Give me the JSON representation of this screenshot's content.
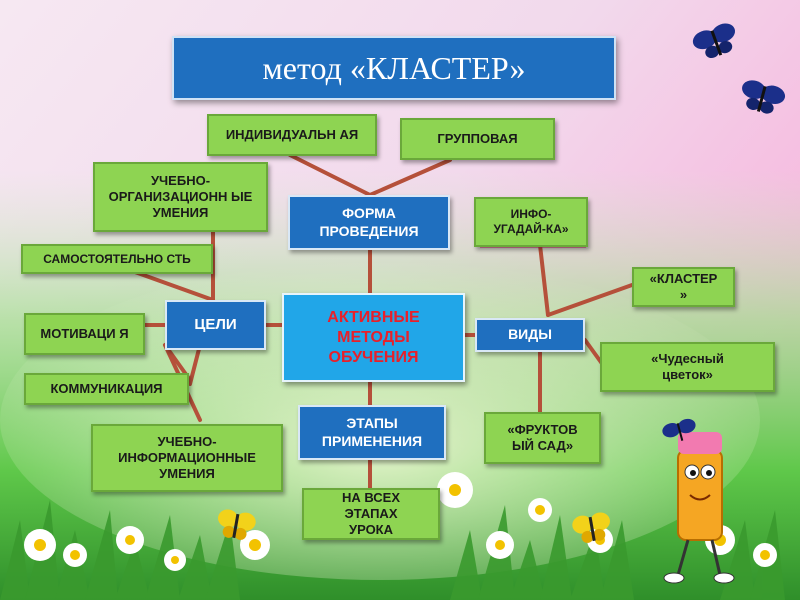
{
  "title": "метод «КЛАСТЕР»",
  "center": "АКТИВНЫЕ МЕТОДЫ ОБУЧЕНИЯ",
  "branches": {
    "forma": "ФОРМА ПРОВЕДЕНИЯ",
    "celi": "ЦЕЛИ",
    "vidy": "ВИДЫ",
    "etapy": "ЭТАПЫ ПРИМЕНЕНИЯ"
  },
  "forma_items": {
    "individual": "ИНДИВИДУАЛЬН АЯ",
    "group": "ГРУППОВАЯ"
  },
  "celi_items": {
    "uchebno_org": "УЧЕБНО-ОРГАНИЗАЦИОНН ЫЕ УМЕНИЯ",
    "samost": "САМОСТОЯТЕЛЬНО СТЬ",
    "motiv": "МОТИВАЦИ Я",
    "kommun": "КОММУНИКАЦИЯ",
    "uchebno_inf": "УЧЕБНО-ИНФОРМАЦИОННЫЕ УМЕНИЯ"
  },
  "vidy_items": {
    "info": "ИНФО-УГАДАЙ-КА»",
    "klaster": "«КЛАСТЕР »",
    "cvetok": "«Чудесный цветок»",
    "sad": "«ФРУКТОВ ЫЙ САД»"
  },
  "etapy_items": {
    "all": "НА ВСЕХ ЭТАПАХ УРОКА"
  },
  "colors": {
    "connector": "#b5503a",
    "green_box": "#8ed452",
    "blue_box": "#1f6fbf",
    "center_box": "#21a6e8",
    "center_text": "#e8202a",
    "info_underline": "#e0206a"
  },
  "decorations": [
    "butterfly-icon",
    "butterfly-icon",
    "butterfly-icon",
    "butterfly-icon",
    "pencil-character-icon",
    "daisy-flowers"
  ]
}
